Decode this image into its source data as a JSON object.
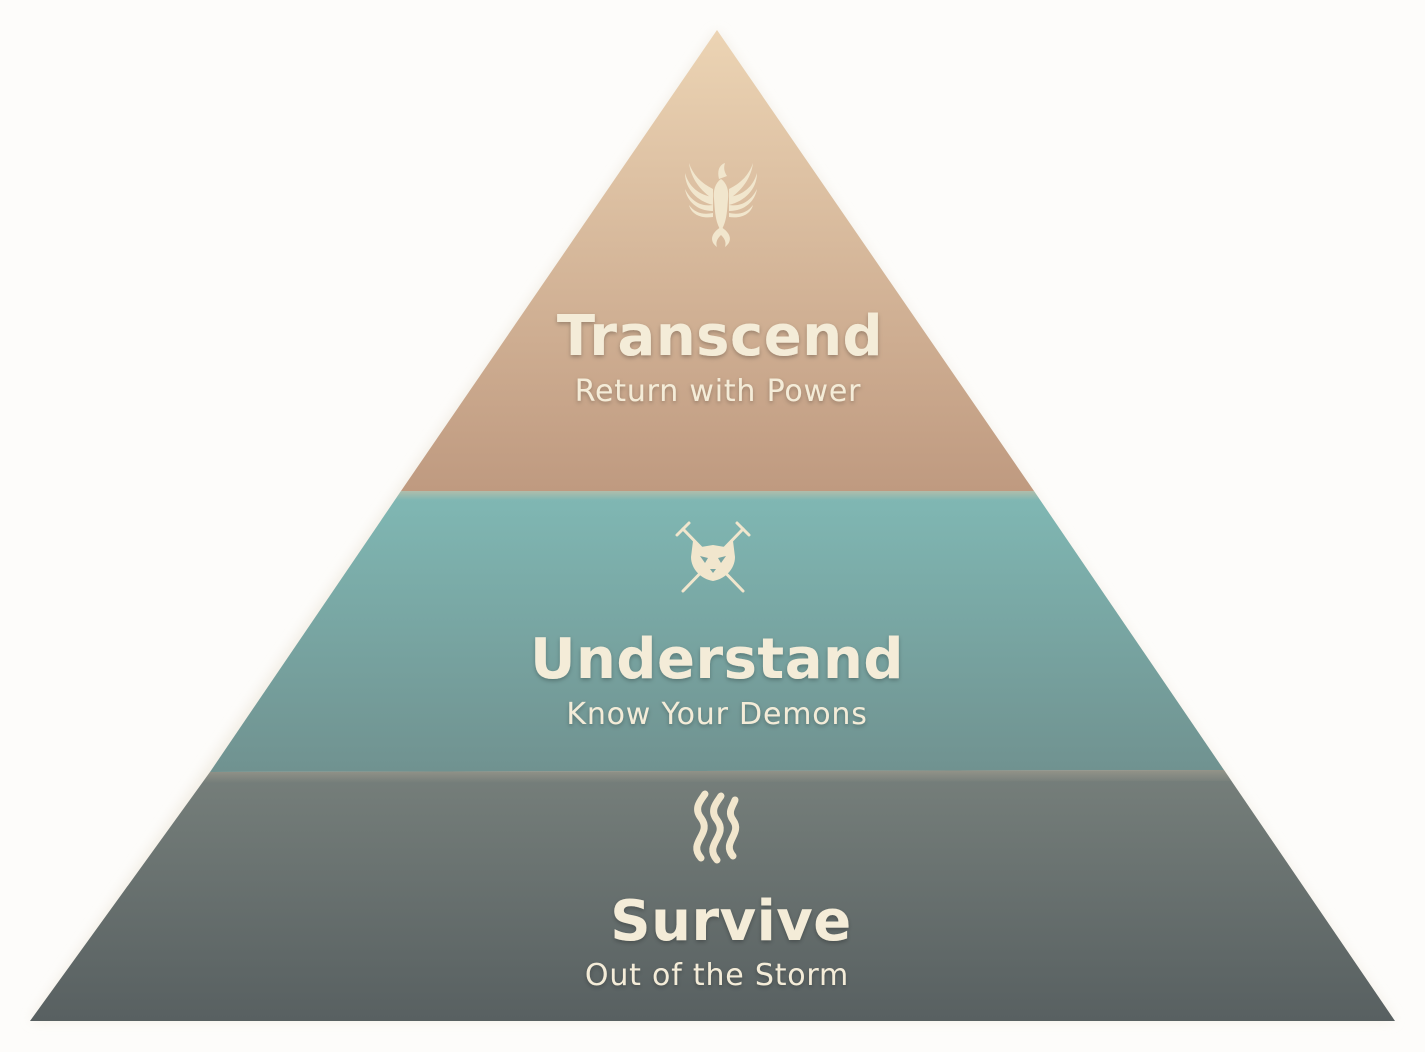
{
  "diagram": {
    "type": "pyramid",
    "colors": {
      "top_from": "#ecd4b4",
      "top_to": "#bf9a80",
      "mid_from": "#80b8b4",
      "mid_to": "#709290",
      "bottom_from": "#767f7b",
      "bottom_to": "#586061",
      "text": "#f4ecd8"
    },
    "tiers": [
      {
        "title": "Transcend",
        "subtitle": "Return with Power",
        "icon": "phoenix-icon"
      },
      {
        "title": "Understand",
        "subtitle": "Know Your Demons",
        "icon": "crossed-swords-mask-icon"
      },
      {
        "title": "Survive",
        "subtitle": "Out of the Storm",
        "icon": "smoke-icon"
      }
    ]
  }
}
